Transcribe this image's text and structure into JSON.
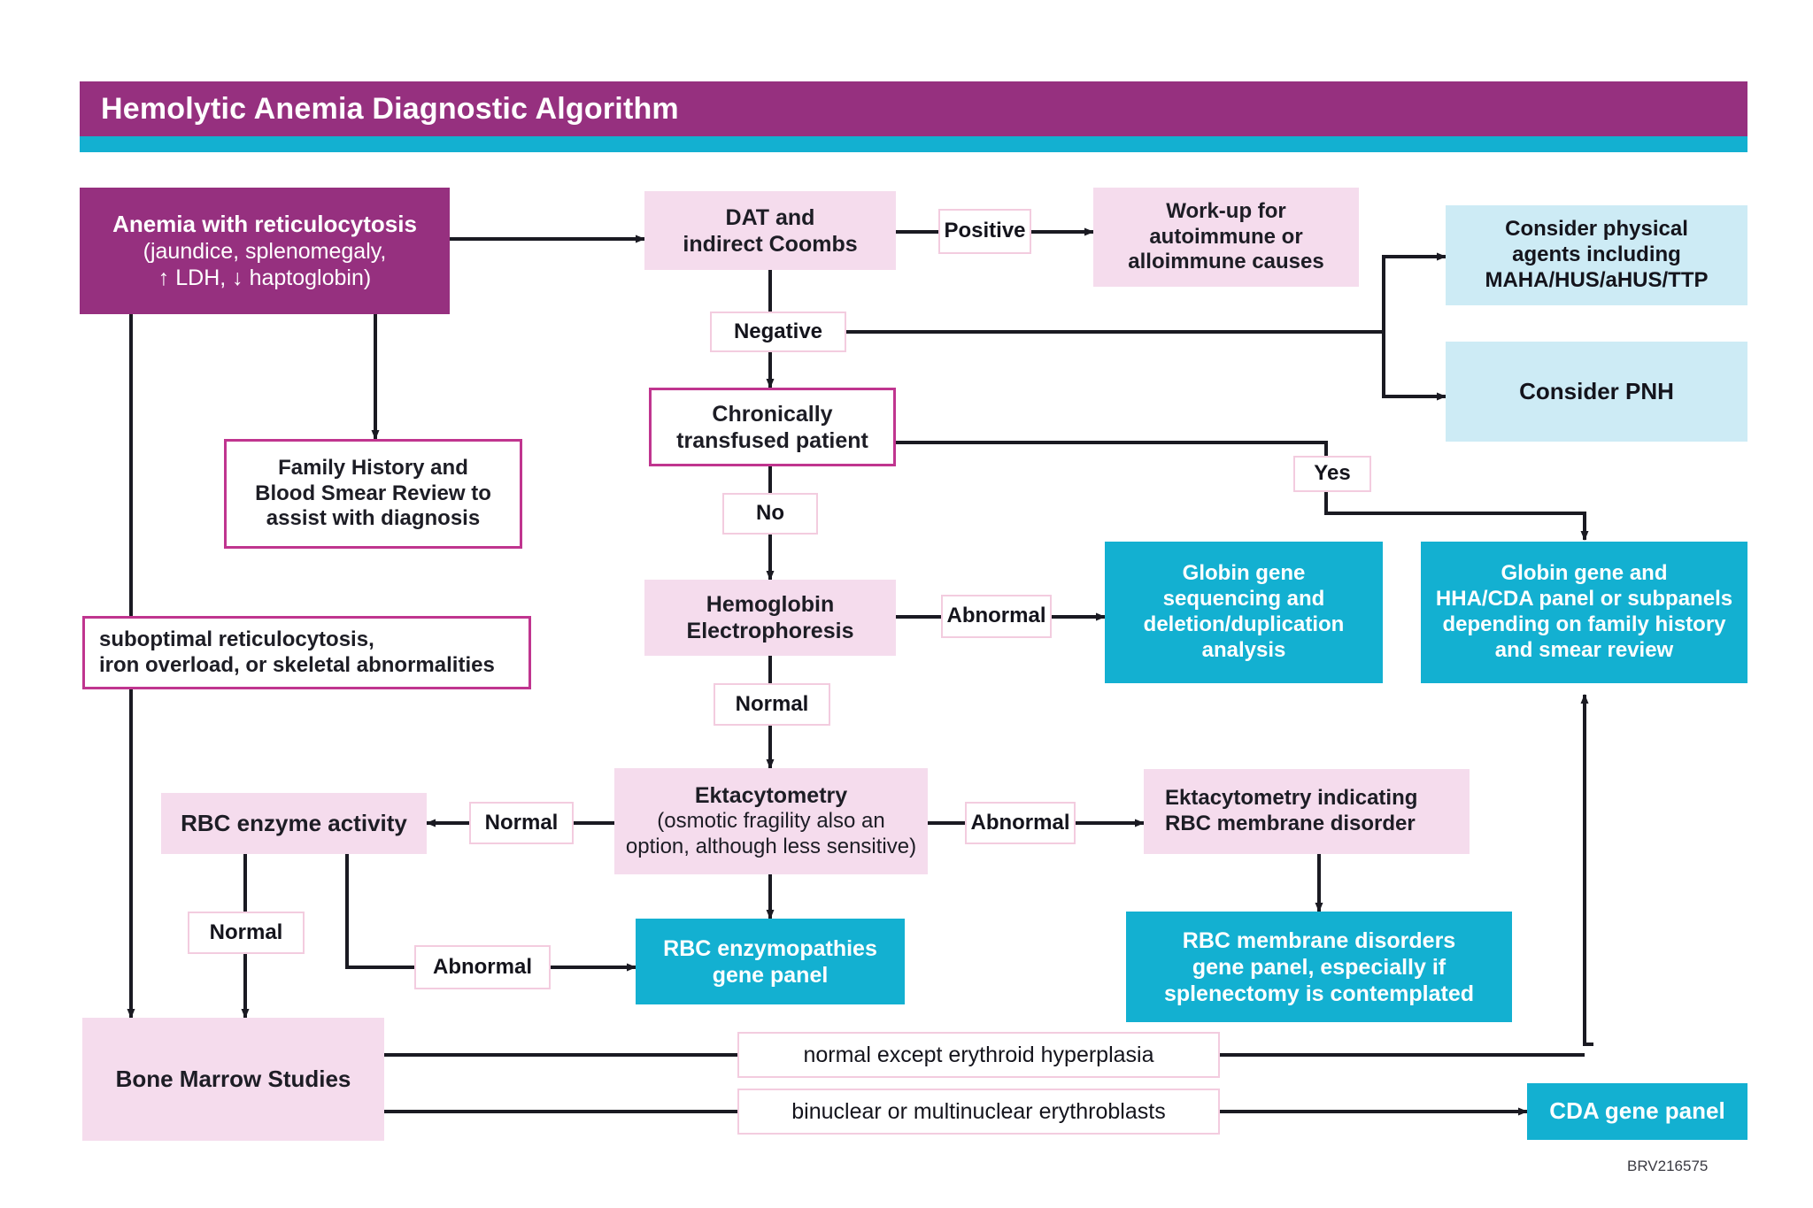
{
  "header": {
    "title": "Hemolytic Anemia Diagnostic Algorithm",
    "bar_color": "#96307f",
    "rule_color": "#13b0d1"
  },
  "credit": "BRV216575",
  "palette": {
    "purple": "#96307f",
    "pink": "#f5dced",
    "teal": "#13b0d1",
    "light_blue": "#cdebf5",
    "outline_border": "#c0358f",
    "label_border": "#f3ccdf",
    "edge": "#1a1a22"
  },
  "nodes": {
    "anemia": {
      "line1": "Anemia with reticulocytosis",
      "line2": "(jaundice, splenomegaly,",
      "line3": "↑ LDH, ↓ haptoglobin)"
    },
    "family_history": {
      "line1": "Family History and",
      "line2": "Blood Smear Review to",
      "line3": "assist with diagnosis"
    },
    "suboptimal": {
      "line1": "suboptimal reticulocytosis,",
      "line2": "iron overload, or skeletal abnormalities"
    },
    "dat": {
      "line1": "DAT and",
      "line2": "indirect Coombs"
    },
    "workup": {
      "line1": "Work-up for",
      "line2": "autoimmune or",
      "line3": "alloimmune causes"
    },
    "physical_agents": {
      "line1": "Consider physical",
      "line2": "agents including",
      "line3": "MAHA/HUS/aHUS/TTP"
    },
    "pnh": {
      "line1": "Consider PNH"
    },
    "chronically_transfused": {
      "line1": "Chronically",
      "line2": "transfused patient"
    },
    "hemoglobin_electrophoresis": {
      "line1": "Hemoglobin",
      "line2": "Electrophoresis"
    },
    "globin_sequencing": {
      "line1": "Globin gene",
      "line2": "sequencing and",
      "line3": "deletion/duplication",
      "line4": "analysis"
    },
    "globin_hha_cda": {
      "line1": "Globin gene and",
      "line2": "HHA/CDA panel or subpanels",
      "line3": "depending on family history",
      "line4": "and smear review"
    },
    "ektacytometry": {
      "line1": "Ektacytometry",
      "line2": "(osmotic fragility also an",
      "line3": "option, although less sensitive)"
    },
    "rbc_enzyme_activity": {
      "line1": "RBC enzyme activity"
    },
    "ekta_membrane": {
      "line1": "Ektacytometry indicating",
      "line2": "RBC membrane disorder"
    },
    "rbc_enzymopathies_panel": {
      "line1": "RBC enzymopathies",
      "line2": "gene panel"
    },
    "rbc_membrane_panel": {
      "line1": "RBC membrane disorders",
      "line2": "gene panel, especially if",
      "line3": "splenectomy is contemplated"
    },
    "bone_marrow": {
      "line1": "Bone Marrow Studies"
    },
    "cda_panel": {
      "line1": "CDA gene panel"
    }
  },
  "edge_labels": {
    "positive": "Positive",
    "negative": "Negative",
    "yes": "Yes",
    "no": "No",
    "abnormal_hb": "Abnormal",
    "normal_hb": "Normal",
    "normal_ekta": "Normal",
    "abnormal_ekta": "Abnormal",
    "normal_enzyme": "Normal",
    "abnormal_enzyme": "Abnormal",
    "erythroid_hyperplasia": "normal except erythroid hyperplasia",
    "multinuclear": "binuclear or multinuclear erythroblasts"
  }
}
